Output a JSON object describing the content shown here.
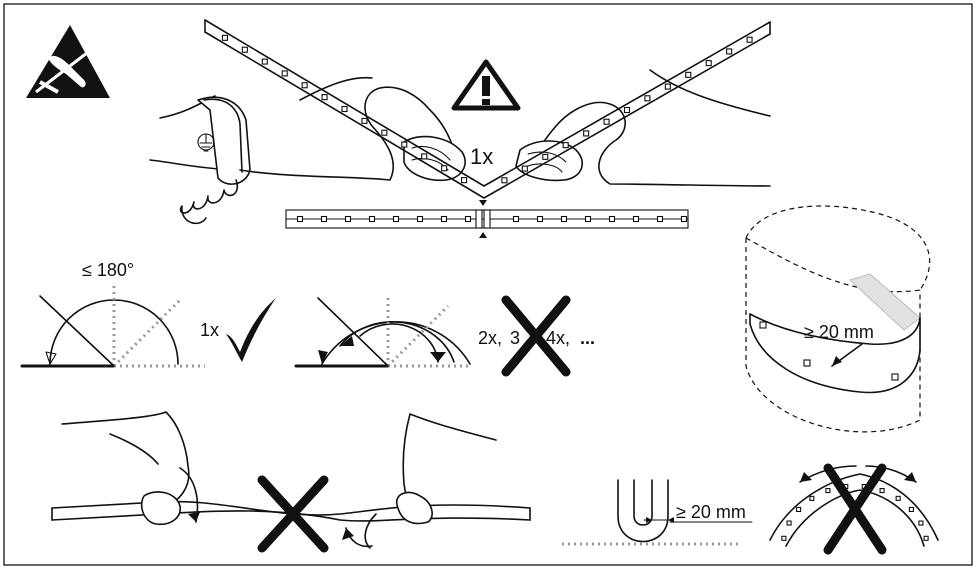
{
  "labels": {
    "bend_count_top": "1x",
    "angle_limit": "≤ 180°",
    "bend_count_ok": "1x",
    "bend_count_bad_a": "2x,",
    "bend_count_bad_b": "3",
    "bend_count_bad_c": "4x,",
    "bend_count_bad_d": "...",
    "radius_round": "≥ 20 mm",
    "radius_u": "≥ 20 mm"
  },
  "icons": {
    "esd": "esd-warning-icon",
    "warning": "warning-triangle-icon",
    "ground": "ground-symbol-icon",
    "check": "checkmark-icon",
    "cross": "cross-icon"
  },
  "colors": {
    "line": "#111111",
    "dotted_guide": "#999999",
    "frame": "#333333"
  }
}
